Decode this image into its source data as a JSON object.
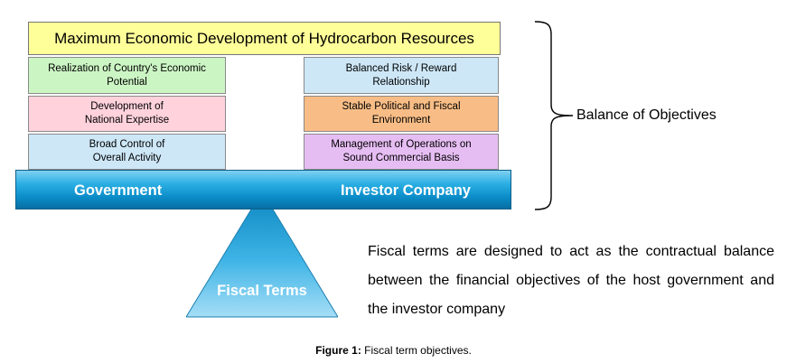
{
  "title": "Maximum Economic Development of Hydrocarbon Resources",
  "left_boxes": [
    {
      "text": "Realization of Country's Economic Potential",
      "color": "#ccf5c4"
    },
    {
      "text": "Development of National Expertise",
      "color": "#ffd2dc"
    },
    {
      "text": "Broad Control of Overall Activity",
      "color": "#cde7f7"
    }
  ],
  "right_boxes": [
    {
      "text": "Balanced Risk / Reward Relationship",
      "color": "#cde7f7"
    },
    {
      "text": "Stable Political and Fiscal Environment",
      "color": "#f8bd86"
    },
    {
      "text": "Management of Operations on Sound Commercial Basis",
      "color": "#e6bdf3"
    }
  ],
  "beam": {
    "left": "Government",
    "right": "Investor Company"
  },
  "balance_label": "Balance of Objectives",
  "fulcrum_label": "Fiscal Terms",
  "description": "Fiscal terms are designed to act as the contractual balance between the financial objectives of the host government and the investor company",
  "caption": {
    "label": "Figure 1:",
    "text": " Fiscal term objectives."
  }
}
